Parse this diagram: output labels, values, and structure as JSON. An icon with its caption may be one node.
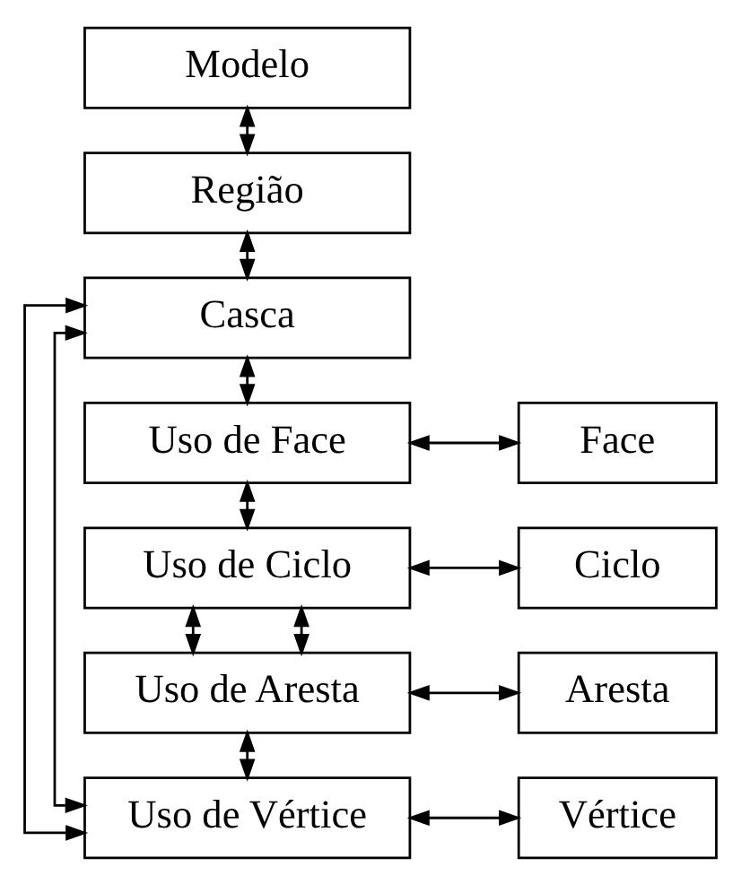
{
  "diagram": {
    "nodes": [
      {
        "text": [
          "Modelo"
        ]
      },
      {
        "text": [
          "Região"
        ]
      },
      {
        "text": [
          "Casca"
        ]
      },
      {
        "text": [
          "Uso de Face"
        ]
      },
      {
        "text": [
          "Face"
        ]
      },
      {
        "text": [
          "Uso de Ciclo"
        ]
      },
      {
        "text": [
          "Ciclo"
        ]
      },
      {
        "text": [
          "Uso de Aresta"
        ]
      },
      {
        "text": [
          "Aresta"
        ]
      },
      {
        "text": [
          "Uso de Vértice"
        ]
      },
      {
        "text": [
          "Vértice"
        ]
      }
    ],
    "edges": [
      {
        "from": 0,
        "to": 1,
        "arrow": "both"
      },
      {
        "from": 1,
        "to": 2,
        "arrow": "both"
      },
      {
        "from": 2,
        "to": 3,
        "arrow": "both"
      },
      {
        "from": 3,
        "to": 4,
        "arrow": "both"
      },
      {
        "from": 3,
        "to": 5,
        "arrow": "both"
      },
      {
        "from": 5,
        "to": 6,
        "arrow": "both"
      },
      {
        "from": 5,
        "to": 7,
        "arrow": "both"
      },
      {
        "from": 7,
        "to": 8,
        "arrow": "both"
      },
      {
        "from": 7,
        "to": 9,
        "arrow": "both"
      },
      {
        "from": 9,
        "to": 10,
        "arrow": "both"
      },
      {
        "from": 9,
        "to": 2,
        "arrow": "both"
      },
      {
        "from": 9,
        "to": 2,
        "arrow": "both"
      },
      {
        "from": 5,
        "to": 7,
        "arrow": "both"
      }
    ]
  }
}
